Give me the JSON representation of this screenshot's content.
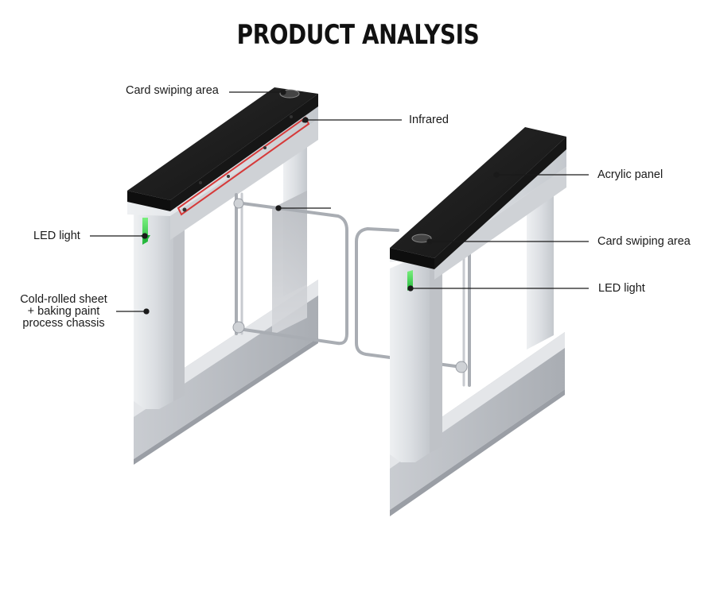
{
  "title": "PRODUCT ANALYSIS",
  "callouts": {
    "card_swiping_area_left": "Card swiping area",
    "infrared": "Infrared",
    "acrylic_panel": "Acrylic panel",
    "card_swiping_area_right": "Card swiping area",
    "led_light_left": "LED light",
    "led_light_right": "LED light",
    "chassis_line1": "Cold-rolled sheet",
    "chassis_line2": "+ baking paint",
    "chassis_line3": "process chassis"
  },
  "colors": {
    "panel_black": "#1c1c1c",
    "steel": "#d9dbdf",
    "steel_dark": "#b9bcc2",
    "infrared_red": "#d63a3a",
    "led_green": "#3ad04a",
    "leader": "#1a1a1a"
  }
}
